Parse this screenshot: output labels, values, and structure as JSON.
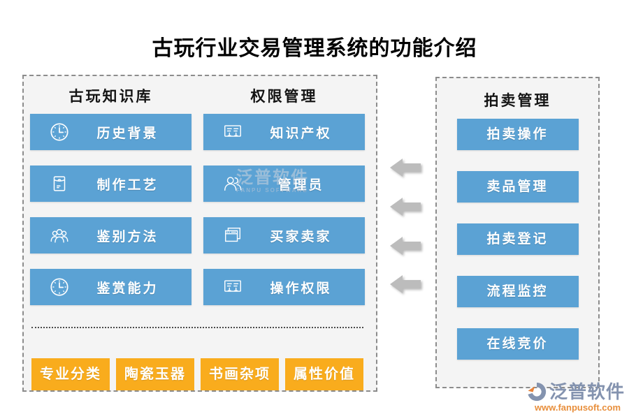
{
  "title": "古玩行业交易管理系统的功能介绍",
  "left_panel": {
    "columns": [
      {
        "header": "古玩知识库",
        "buttons": [
          {
            "label": "历史背景",
            "icon": "clock-icon"
          },
          {
            "label": "制作工艺",
            "icon": "envelope-icon"
          },
          {
            "label": "鉴别方法",
            "icon": "group-icon"
          },
          {
            "label": "鉴赏能力",
            "icon": "clock-icon"
          }
        ]
      },
      {
        "header": "权限管理",
        "buttons": [
          {
            "label": "知识产权",
            "icon": "board-list-icon"
          },
          {
            "label": "管理员",
            "icon": "users-icon"
          },
          {
            "label": "买家卖家",
            "icon": "windows-icon"
          },
          {
            "label": "操作权限",
            "icon": "board-list-icon"
          }
        ]
      }
    ],
    "tags": [
      "专业分类",
      "陶瓷玉器",
      "书画杂项",
      "属性价值"
    ]
  },
  "right_panel": {
    "header": "拍卖管理",
    "buttons": [
      "拍卖操作",
      "卖品管理",
      "拍卖登记",
      "流程监控",
      "在线竞价"
    ]
  },
  "arrows": {
    "direction": "left",
    "count": 4
  },
  "watermark": {
    "text": "泛普软件",
    "subtext": "FANPU SOFTWARE"
  },
  "logo": {
    "name": "泛普软件",
    "url": "www.fanpusoft.com"
  },
  "colors": {
    "button_blue": "#5BA2D4",
    "tag_orange": "#F9AC1D",
    "arrow_gray": "#BCBCBC",
    "panel_bg": "#F4F4F4",
    "logo_blue": "#8493AF",
    "logo_orange": "#E88F3C"
  }
}
